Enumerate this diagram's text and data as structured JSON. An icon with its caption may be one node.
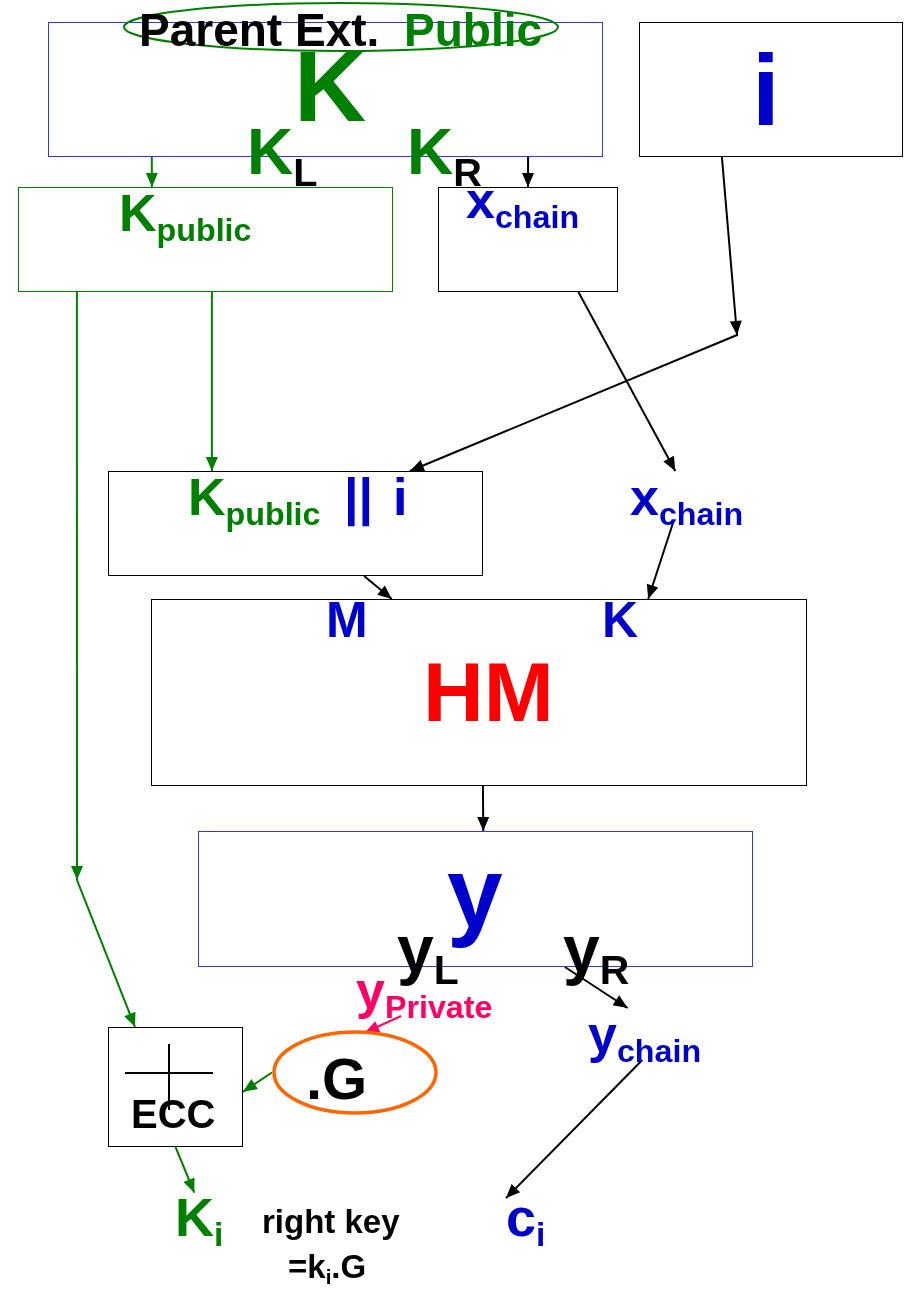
{
  "diagram": {
    "nodes": [
      {
        "text": [
          "Parent Ext.",
          "Public",
          "K",
          "K$_{L}$",
          "K$_{R}$"
        ]
      },
      {
        "text": [
          "i"
        ]
      },
      {
        "text": [
          "K$_{public}$"
        ]
      },
      {
        "text": [
          "x$_{chain}$"
        ]
      },
      {
        "text": [
          "K$_{public}$",
          "||",
          "i"
        ]
      },
      {
        "text": [
          "x$_{chain}$"
        ]
      },
      {
        "text": [
          "M",
          "K",
          "HM"
        ]
      },
      {
        "text": [
          "y",
          "y$_{L}$",
          "y$_{R}$"
        ]
      },
      {
        "text": [
          "y$_{Private}$"
        ]
      },
      {
        "text": [
          ".G"
        ]
      },
      {
        "text": [
          "ECC"
        ]
      },
      {
        "text": [
          "y$_{chain}$"
        ]
      },
      {
        "text": [
          "K$_{i}$"
        ]
      },
      {
        "text": [
          "c$_{i}$"
        ]
      }
    ],
    "edges": [
      {
        "from": 0,
        "to": 2,
        "arrow": "to",
        "color": "#008000"
      },
      {
        "from": 0,
        "to": 3,
        "arrow": "to"
      },
      {
        "from": 3,
        "to": 5,
        "arrow": "to"
      },
      {
        "from": 1,
        "to": 4,
        "arrow": "to"
      },
      {
        "from": 2,
        "to": 4,
        "arrow": "to",
        "color": "#008000"
      },
      {
        "from": 2,
        "to": 10,
        "arrow": "to",
        "color": "#008000"
      },
      {
        "from": 4,
        "to": 6,
        "arrow": "to"
      },
      {
        "from": 5,
        "to": 6,
        "arrow": "to"
      },
      {
        "from": 6,
        "to": 7,
        "arrow": "to"
      },
      {
        "from": 7,
        "to": 11,
        "arrow": "to"
      },
      {
        "from": 8,
        "to": 9,
        "arrow": "to",
        "color": "#ff0066"
      },
      {
        "from": 9,
        "to": 10,
        "arrow": "to",
        "color": "#008000"
      },
      {
        "from": 10,
        "to": 12,
        "arrow": "to",
        "color": "#008000"
      },
      {
        "from": 11,
        "to": 13,
        "arrow": "to"
      }
    ],
    "labels": [
      "right key",
      "=k$_{i}$.G"
    ]
  }
}
